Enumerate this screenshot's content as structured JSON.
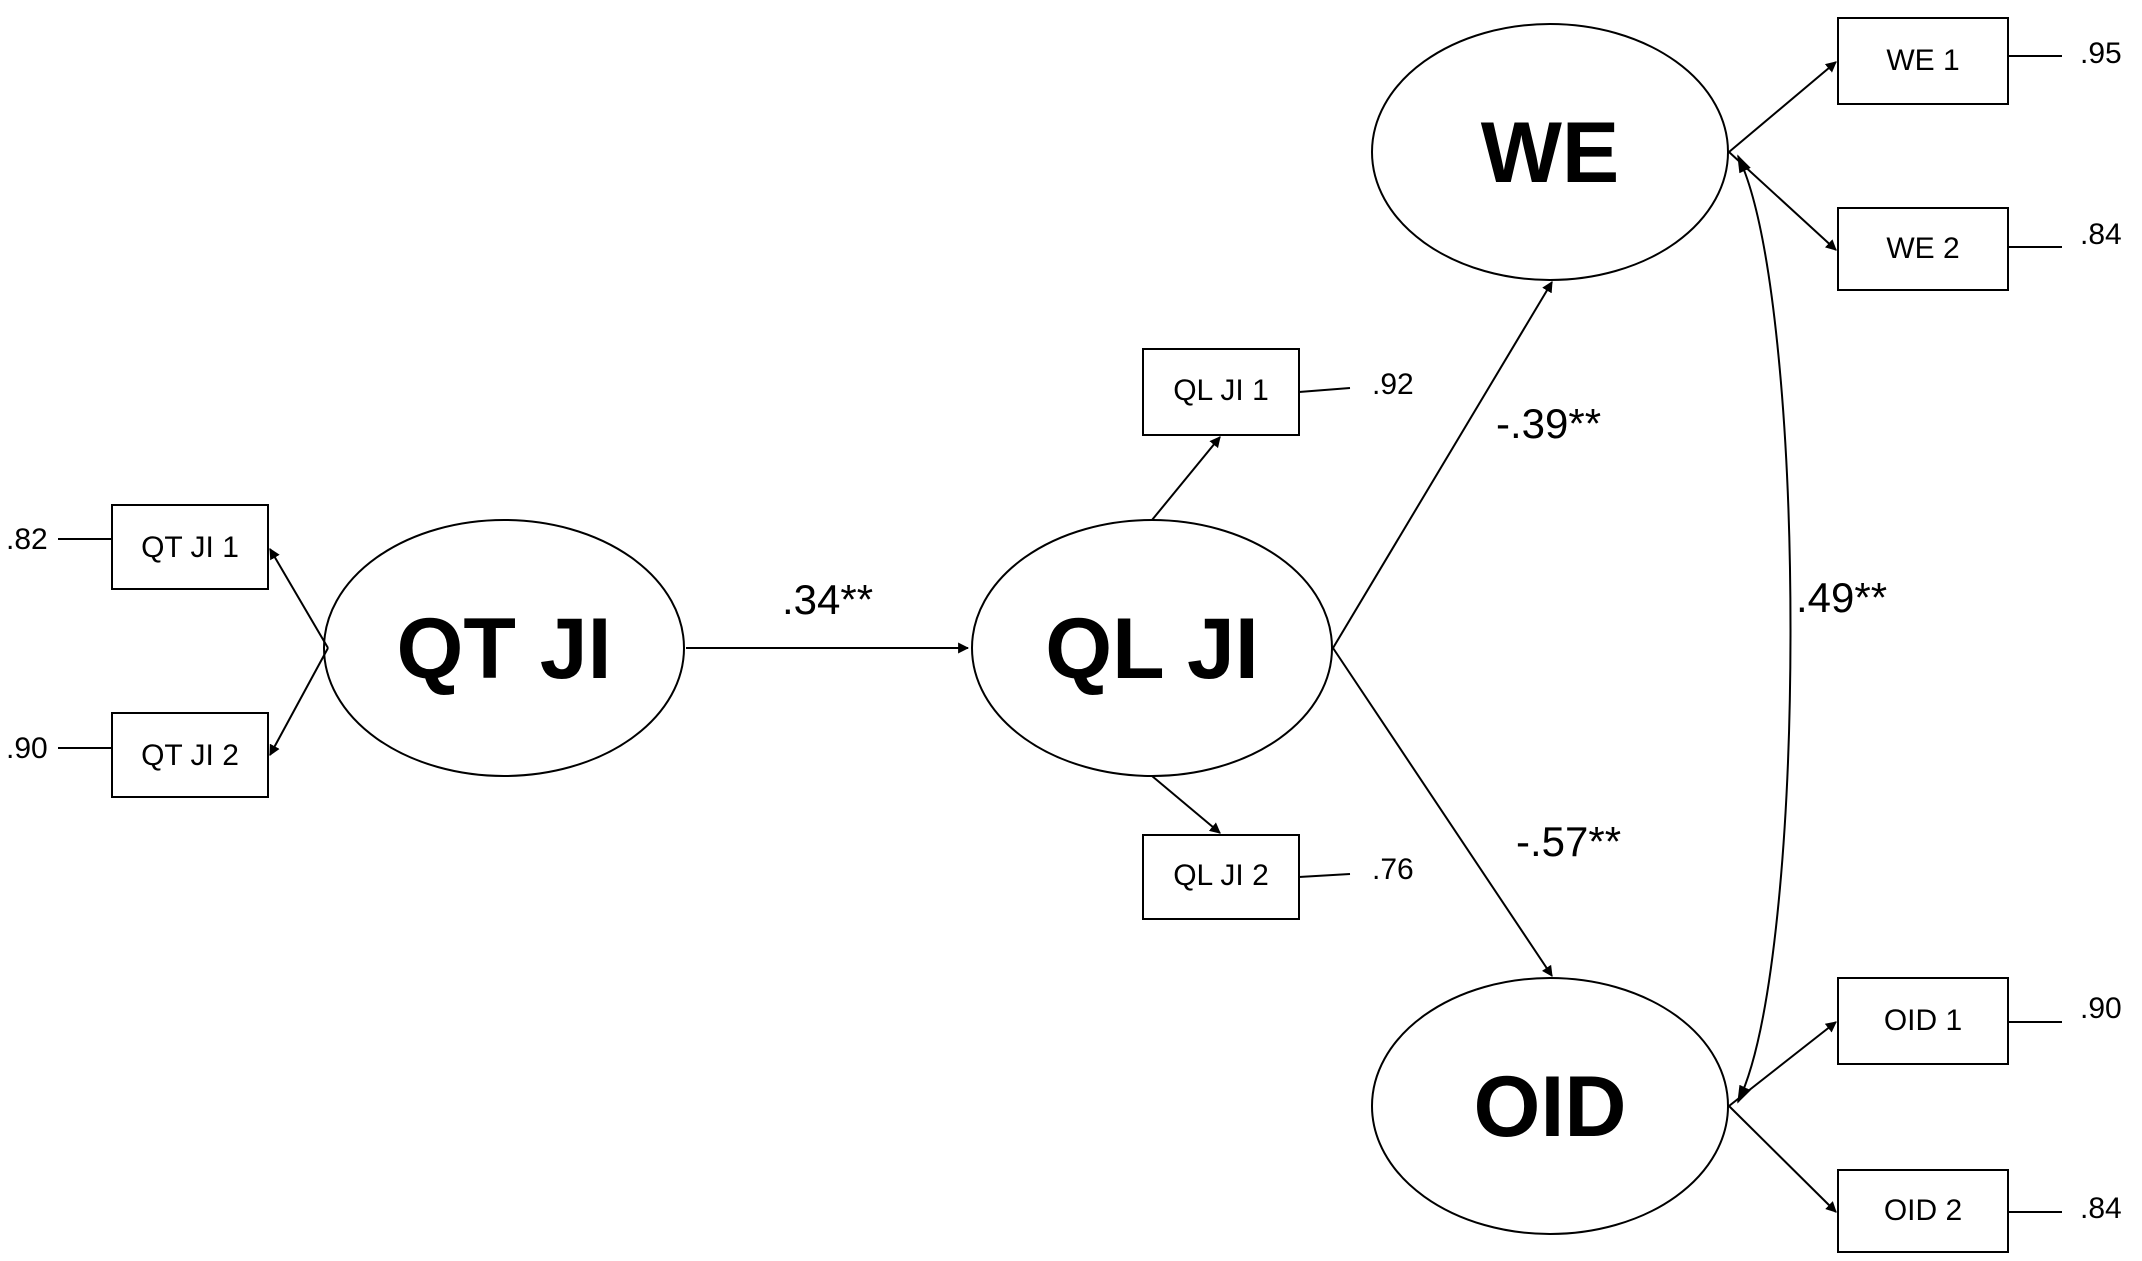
{
  "latents": {
    "qtji": "QT JI",
    "qlji": "QL JI",
    "we": "WE",
    "oid": "OID"
  },
  "indicators": {
    "qtji1": {
      "label": "QT JI 1",
      "loading": ".82"
    },
    "qtji2": {
      "label": "QT JI 2",
      "loading": ".90"
    },
    "qlji1": {
      "label": "QL JI 1",
      "loading": ".92"
    },
    "qlji2": {
      "label": "QL JI 2",
      "loading": ".76"
    },
    "we1": {
      "label": "WE 1",
      "loading": ".95"
    },
    "we2": {
      "label": "WE 2",
      "loading": ".84"
    },
    "oid1": {
      "label": "OID 1",
      "loading": ".90"
    },
    "oid2": {
      "label": "OID 2",
      "loading": ".84"
    }
  },
  "paths": {
    "qtji_qlji": ".34**",
    "qlji_we": "-.39**",
    "qlji_oid": "-.57**",
    "we_oid": ".49**"
  },
  "colors": {
    "stroke": "#000000",
    "background": "#ffffff"
  }
}
